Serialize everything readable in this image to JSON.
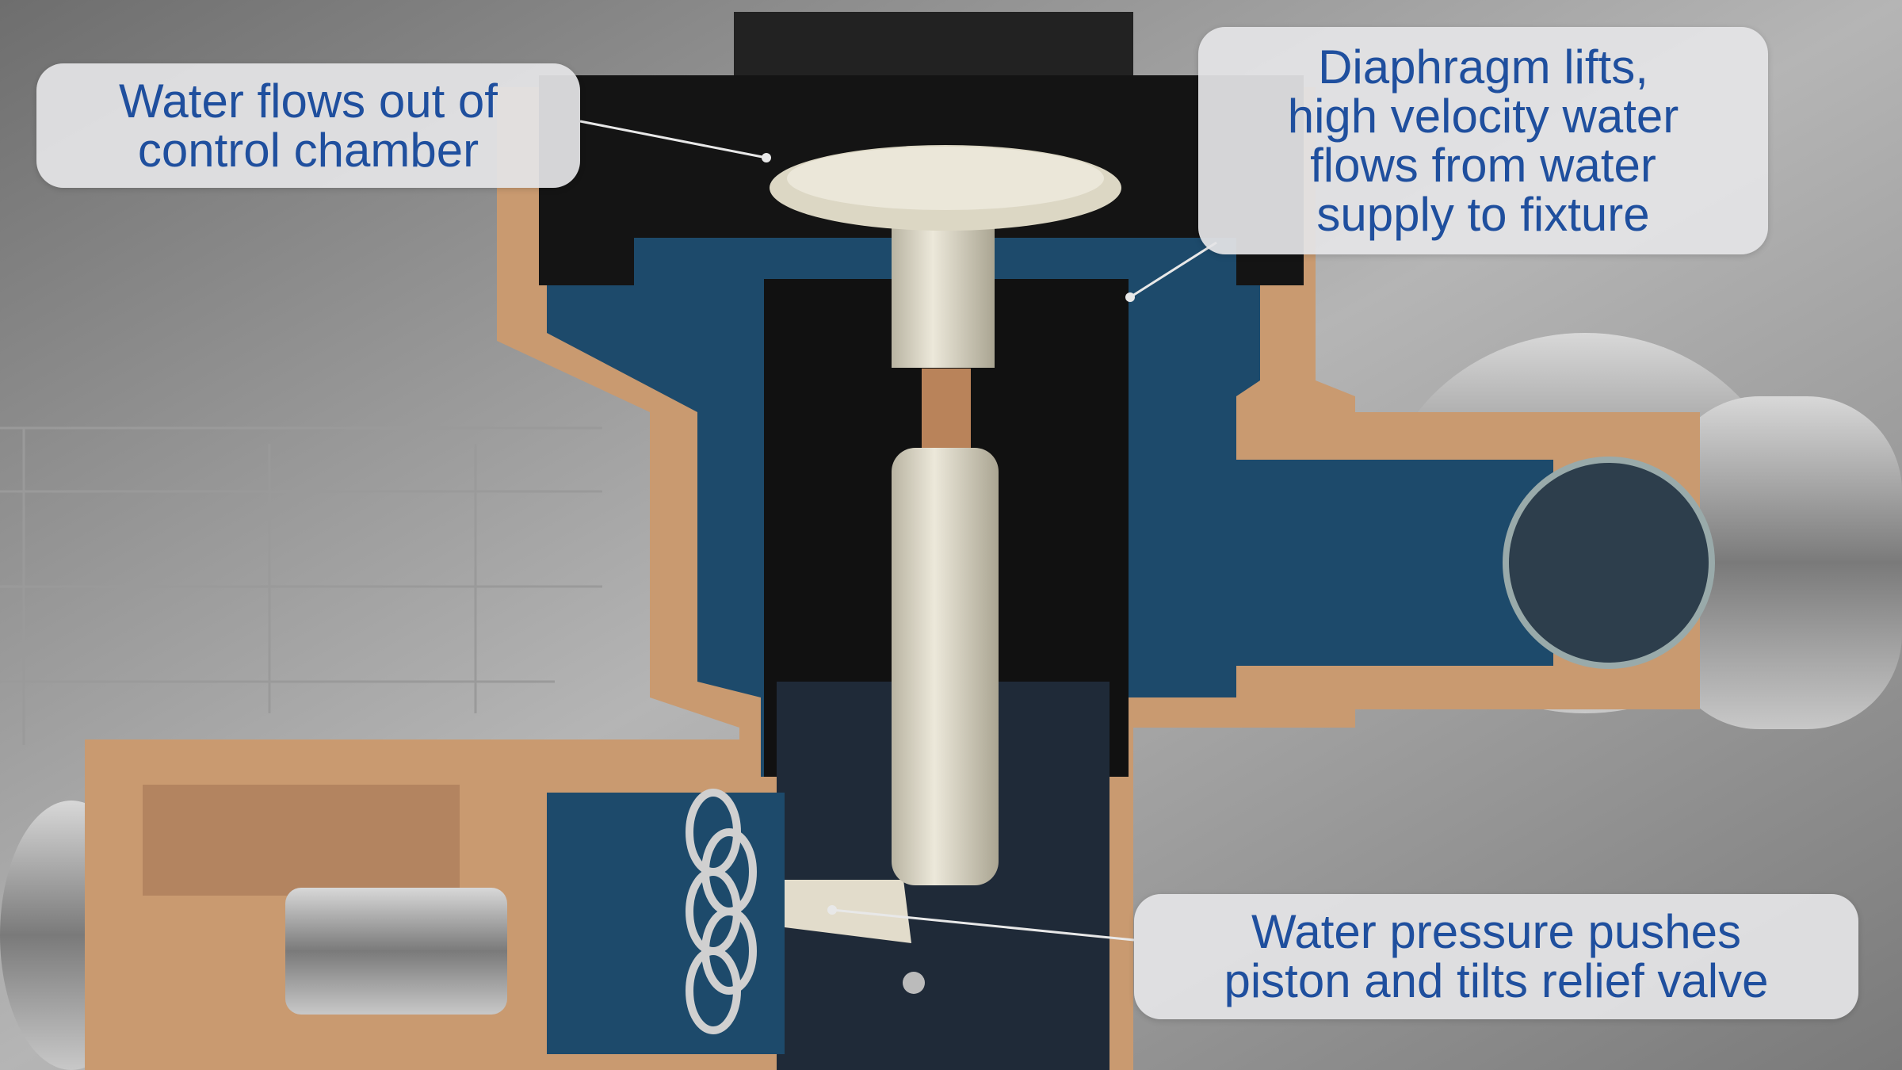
{
  "callouts": [
    {
      "lines": [
        "Water flows out of",
        "control chamber"
      ]
    },
    {
      "lines": [
        "Diaphragm lifts,",
        "high velocity water",
        "flows from water",
        "supply to fixture"
      ]
    },
    {
      "lines": [
        "Water pressure pushes",
        "piston and tilts relief valve"
      ]
    }
  ],
  "colors": {
    "text": "#1f4f9e",
    "callout_bg": "#e4e4e6",
    "brass_cut": "#c99a70",
    "water": "#1d4a6b",
    "piston": "#d8d3c0"
  }
}
